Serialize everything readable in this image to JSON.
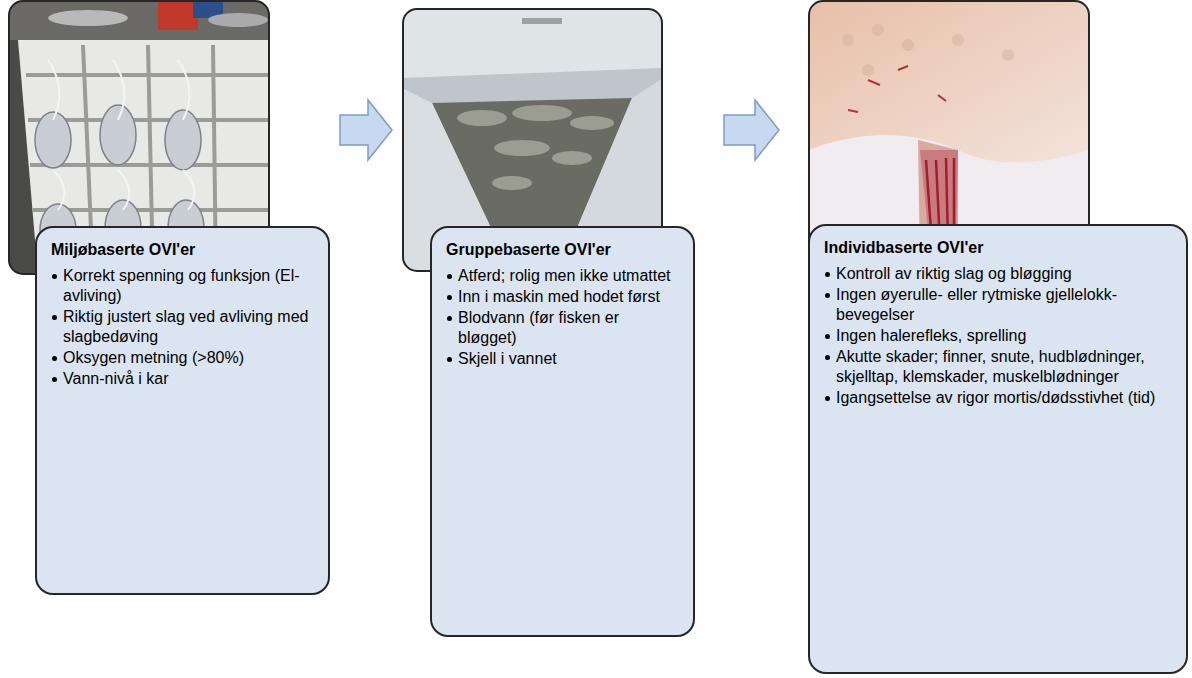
{
  "diagram": {
    "nodes": [
      {
        "text": [
          "Miljøbaserte OVI'er",
          "Korrekt spenning og funksjon (El-avliving)",
          "Riktig justert slag ved avliving med slagbedøving",
          "Oksygen metning (>80%)",
          "Vann-nivå i kar"
        ]
      },
      {
        "text": [
          "Gruppebaserte OVI'er",
          "Atferd; rolig men ikke utmattet",
          "Inn i maskin med hodet først",
          "Blodvann (før fisken er bløgget)",
          "Skjell i vannet"
        ]
      },
      {
        "text": [
          "Individbaserte OVI'er",
          "Kontroll av riktig slag og bløgging",
          "Ingen øyerulle- eller rytmiske gjellelokk-bevegelser",
          "Ingen halerefleks, sprelling",
          "Akutte skader; finner, snute, hudblødninger, skjelltap, klemskader, muskelblødninger",
          "Igangsettelse av rigor mortis/dødsstivhet (tid)"
        ]
      }
    ],
    "edges": [
      {
        "from": 0,
        "to": 1,
        "arrow": "to"
      },
      {
        "from": 1,
        "to": 2,
        "arrow": "to"
      }
    ]
  }
}
